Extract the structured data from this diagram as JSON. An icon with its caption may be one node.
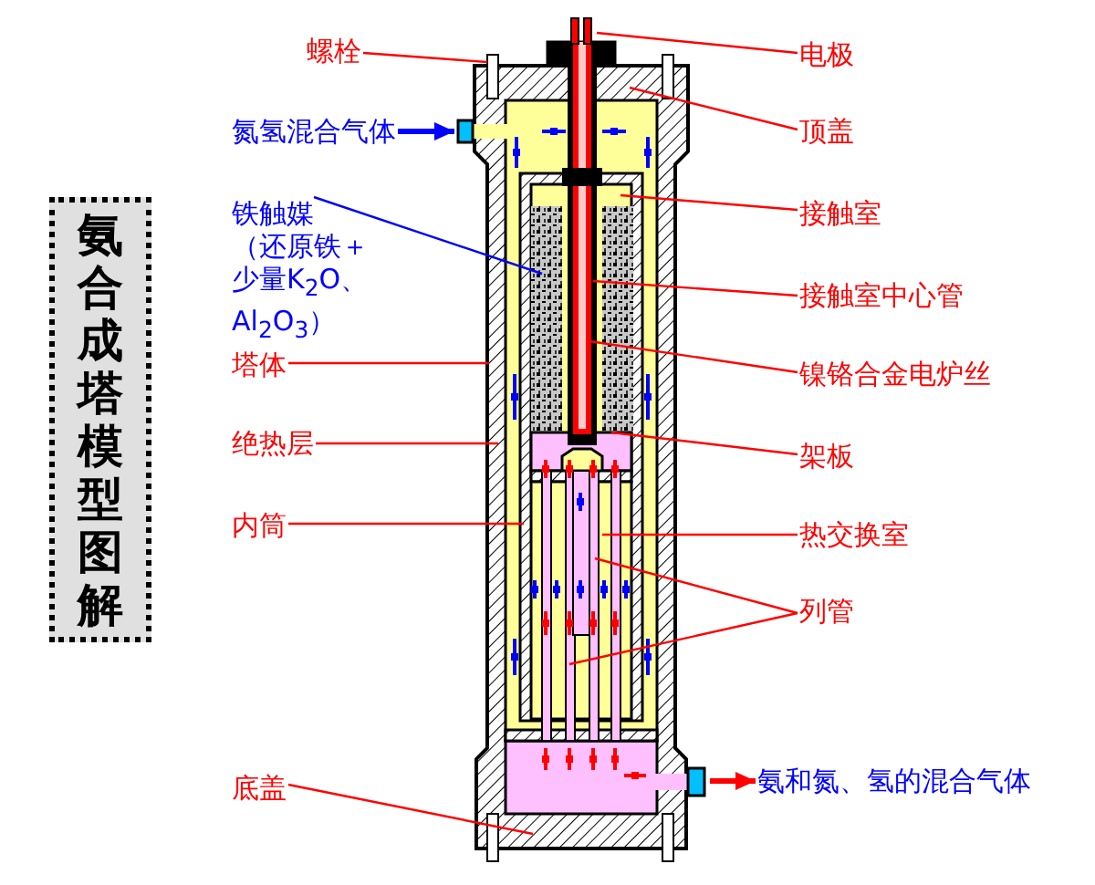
{
  "diagram": {
    "title": "氨合成塔模型图解",
    "nodes": [
      {
        "text": [
          "螺栓"
        ]
      },
      {
        "text": [
          "电极"
        ]
      },
      {
        "text": [
          "氮氢混合气体"
        ]
      },
      {
        "text": [
          "顶盖"
        ]
      },
      {
        "text": [
          "铁触媒",
          "（还原铁＋少量K$_{2}$O、Al$_{2}$O$_{3}$）"
        ]
      },
      {
        "text": [
          "接触室"
        ]
      },
      {
        "text": [
          "接触室中心管"
        ]
      },
      {
        "text": [
          "塔体"
        ]
      },
      {
        "text": [
          "镍铬合金电炉丝"
        ]
      },
      {
        "text": [
          "绝热层"
        ]
      },
      {
        "text": [
          "架板"
        ]
      },
      {
        "text": [
          "内筒"
        ]
      },
      {
        "text": [
          "热交换室"
        ]
      },
      {
        "text": [
          "列管"
        ]
      },
      {
        "text": [
          "底盖"
        ]
      },
      {
        "text": [
          "氨和氮、氢的混合气体"
        ]
      }
    ],
    "edges": [
      {
        "from": 0,
        "to": null,
        "arrow": "none"
      },
      {
        "from": 1,
        "to": null,
        "arrow": "none"
      },
      {
        "from": 2,
        "to": null,
        "arrow": "to",
        "style": "thick",
        "color": "#0000ff"
      },
      {
        "from": 3,
        "to": null,
        "arrow": "none"
      },
      {
        "from": 4,
        "to": null,
        "arrow": "none",
        "color": "#0000ff"
      },
      {
        "from": 5,
        "to": null,
        "arrow": "none"
      },
      {
        "from": 6,
        "to": null,
        "arrow": "none"
      },
      {
        "from": 7,
        "to": null,
        "arrow": "none"
      },
      {
        "from": 8,
        "to": null,
        "arrow": "none"
      },
      {
        "from": 9,
        "to": null,
        "arrow": "none"
      },
      {
        "from": 10,
        "to": null,
        "arrow": "none"
      },
      {
        "from": 11,
        "to": null,
        "arrow": "none"
      },
      {
        "from": 12,
        "to": null,
        "arrow": "none"
      },
      {
        "from": 13,
        "to": null,
        "arrow": "none"
      },
      {
        "from": 13,
        "to": null,
        "arrow": "none"
      },
      {
        "from": 14,
        "to": null,
        "arrow": "none"
      },
      {
        "from": null,
        "to": 15,
        "arrow": "to",
        "style": "thick"
      }
    ]
  }
}
